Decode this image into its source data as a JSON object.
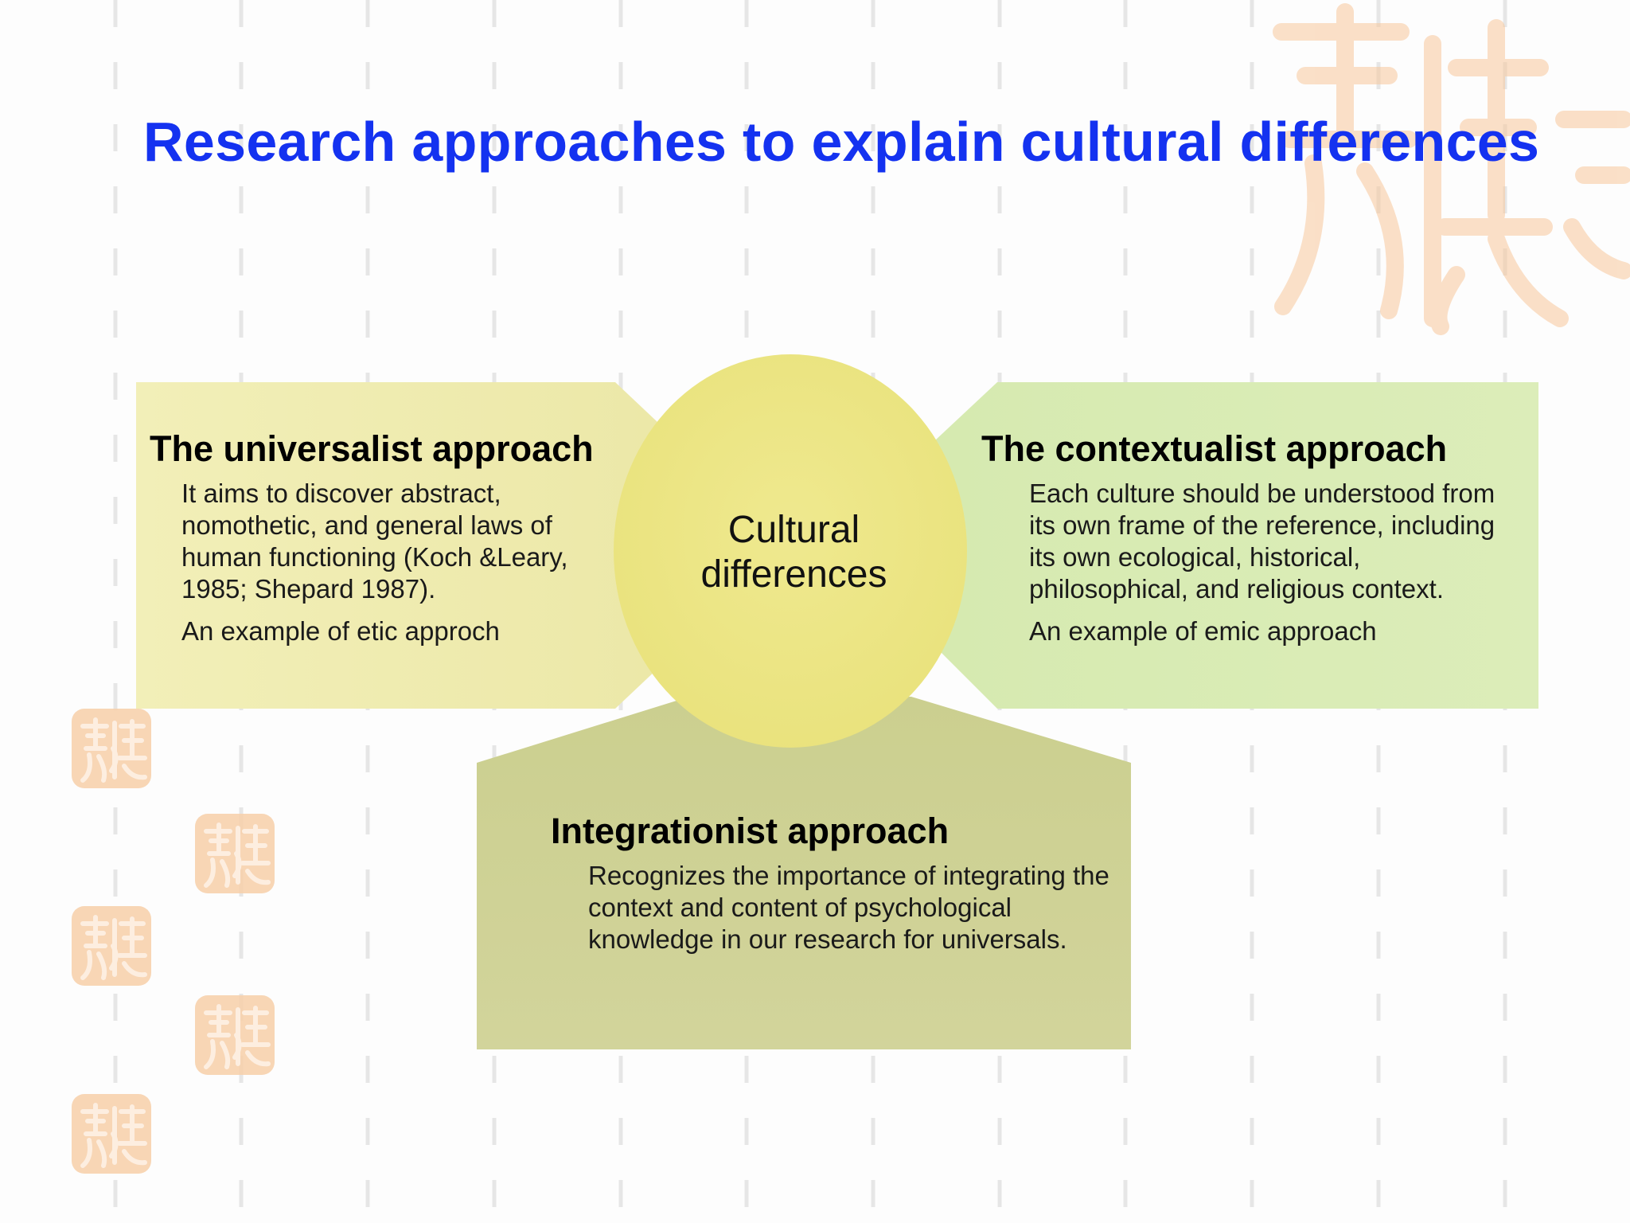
{
  "title": "Research approaches to explain cultural differences",
  "center": {
    "line1": "Cultural",
    "line2": "differences"
  },
  "universalist": {
    "heading": "The universalist approach",
    "body": "It aims to discover abstract, nomothetic, and general laws of human functioning (Koch &Leary, 1985; Shepard 1987).",
    "example": "An example of etic approch"
  },
  "contextualist": {
    "heading": "The contextualist approach",
    "body": "Each culture should be understood from its own frame of the reference, including its own ecological, historical, philosophical, and religious context.",
    "example": "An example of emic approach"
  },
  "integrationist": {
    "heading": "Integrationist approach",
    "body": "Recognizes the importance of integrating the context and content of psychological knowledge in our research for universals."
  },
  "colors": {
    "title": "#1432f0",
    "universalist_panel": "#f0edb5",
    "contextualist_panel": "#d9ecb6",
    "integrationist_panel": "#cfd196",
    "center_circle": "#ede78a",
    "seal": "#f6c79c"
  },
  "decorations": {
    "seal_icon": "chinese-seal-icon",
    "background_pattern": "dashed-vertical-lines"
  }
}
